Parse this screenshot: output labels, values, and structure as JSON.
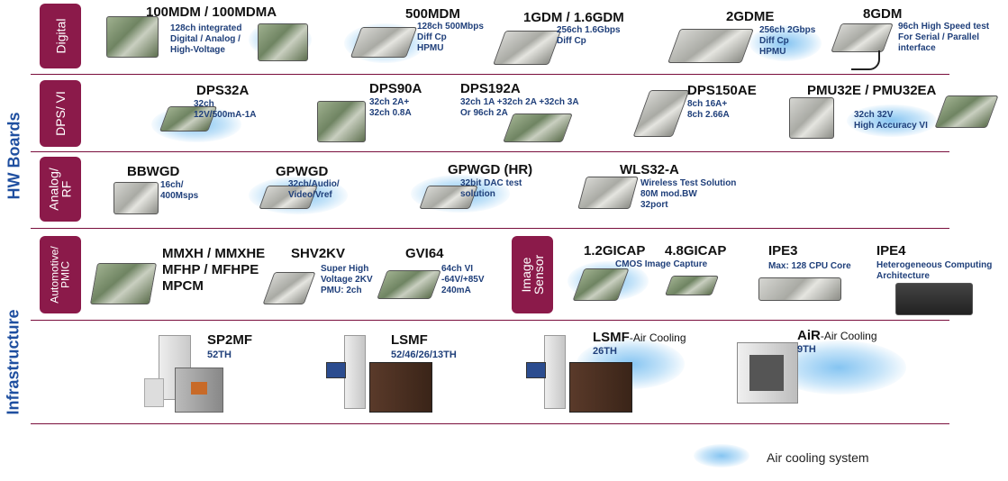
{
  "side_labels": {
    "hw": "HW Boards",
    "infra": "Infrastructure"
  },
  "categories": {
    "digital": "Digital",
    "dps": "DPS/ VI",
    "analog": "Analog/\nRF",
    "automotive": "Automotive/\nPMIC",
    "image_sensor": "Image\nSensor"
  },
  "digital": [
    {
      "name": "100MDM / 100MDMA",
      "desc": "128ch integrated\nDigital / Analog /\nHigh-Voltage"
    },
    {
      "name": "500MDM",
      "desc": "128ch 500Mbps\nDiff Cp\nHPMU"
    },
    {
      "name": "1GDM / 1.6GDM",
      "desc": "256ch 1.6Gbps\nDiff Cp"
    },
    {
      "name": "2GDME",
      "desc": "256ch 2Gbps\nDiff Cp\nHPMU"
    },
    {
      "name": "8GDM",
      "desc": "96ch High Speed test\nFor Serial / Parallel\ninterface"
    }
  ],
  "dps": [
    {
      "name": "DPS32A",
      "desc": "32ch\n12V/500mA-1A"
    },
    {
      "name": "DPS90A",
      "desc": "32ch 2A+\n32ch 0.8A"
    },
    {
      "name": "DPS192A",
      "desc": "32ch 1A +32ch 2A +32ch 3A\nOr 96ch 2A"
    },
    {
      "name": "DPS150AE",
      "desc": "8ch 16A+\n8ch 2.66A"
    },
    {
      "name": "PMU32E / PMU32EA",
      "desc": "32ch 32V\nHigh Accuracy VI"
    }
  ],
  "analog": [
    {
      "name": "BBWGD",
      "desc": "16ch/\n400Msps"
    },
    {
      "name": "GPWGD",
      "desc": "32ch/Audio/\nVideo/Vref"
    },
    {
      "name": "GPWGD (HR)",
      "desc": "32bit DAC test\nsolution"
    },
    {
      "name": "WLS32-A",
      "desc": "Wireless Test Solution\n80M mod.BW\n32port"
    }
  ],
  "automotive": [
    {
      "name": "MMXH / MMXHE\nMFHP / MFHPE\nMPCM",
      "desc": ""
    },
    {
      "name": "SHV2KV",
      "desc": "Super High\nVoltage 2KV\nPMU: 2ch"
    },
    {
      "name": "GVI64",
      "desc": "64ch VI\n-64V/+85V\n240mA"
    }
  ],
  "image_sensor": [
    {
      "name": "1.2GICAP",
      "desc": "CMOS Image Capture"
    },
    {
      "name": "4.8GICAP",
      "desc": ""
    },
    {
      "name": "IPE3",
      "desc": "Max: 128 CPU Core"
    },
    {
      "name": "IPE4",
      "desc": "Heterogeneous Computing\nArchitecture"
    }
  ],
  "infrastructure": [
    {
      "name": "SP2MF",
      "suffix": "",
      "desc": "52TH"
    },
    {
      "name": "LSMF",
      "suffix": "",
      "desc": "52/46/26/13TH"
    },
    {
      "name": "LSMF",
      "suffix": "-Air Cooling",
      "desc": "26TH"
    },
    {
      "name": "AiR",
      "suffix": "-Air Cooling",
      "desc": "9TH"
    }
  ],
  "legend": {
    "label": "Air cooling system"
  },
  "colors": {
    "category_tag": "#8b1a4a",
    "side_label": "#1f4fa0",
    "desc_text": "#1f3f7a",
    "glow": "#9fd0f2"
  }
}
